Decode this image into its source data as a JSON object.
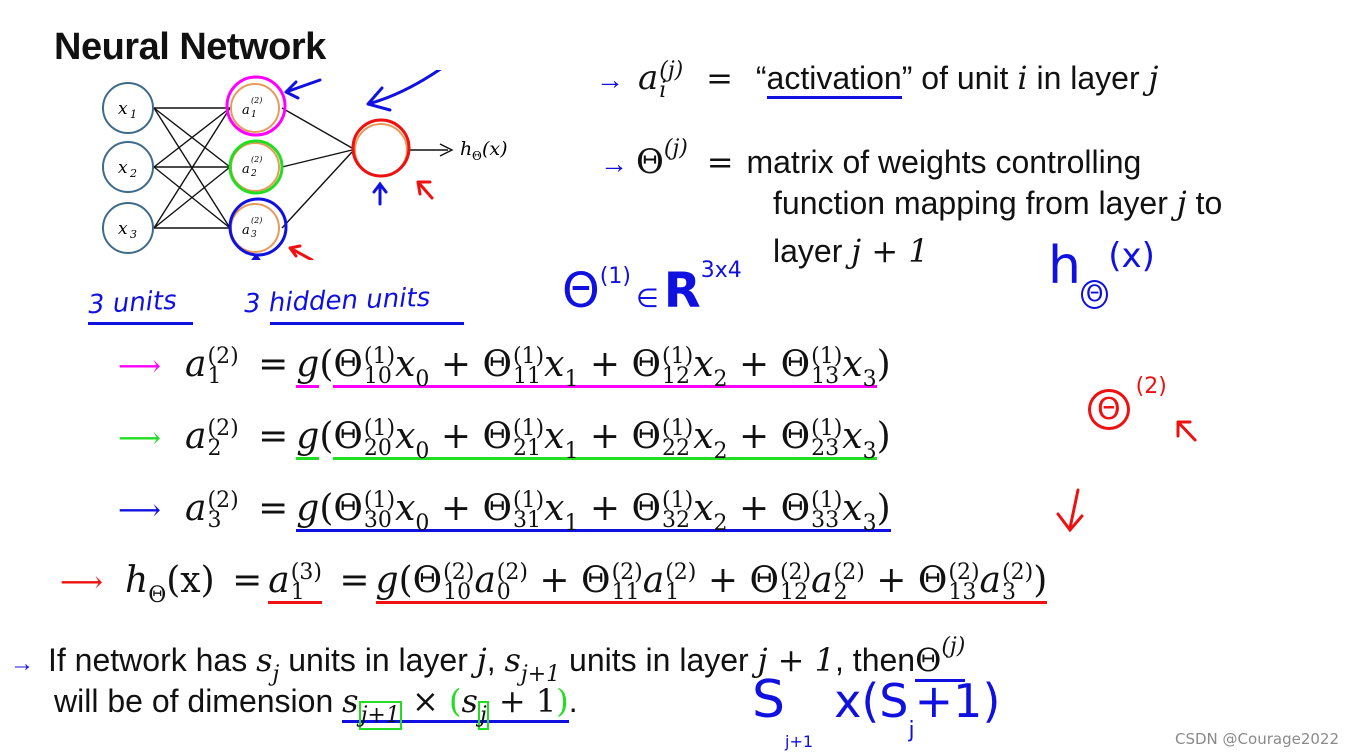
{
  "title": "Neural Network",
  "network": {
    "inputs": [
      "x",
      "x",
      "x"
    ],
    "input_subs": [
      "1",
      "2",
      "3"
    ],
    "hidden": [
      "a",
      "a",
      "a"
    ],
    "hidden_subs": [
      "1",
      "2",
      "3"
    ],
    "hidden_sup": "(2)",
    "output_label": "h",
    "output_label_sub": "Θ",
    "output_label_arg": "(x)"
  },
  "definitions": {
    "activation_lhs": "a",
    "activation_sub": "i",
    "activation_sup": "(j)",
    "activation_eq": "=",
    "activation_text_open": "“",
    "activation_word": "activation",
    "activation_text_rest": "” of unit",
    "activation_i": "i",
    "activation_text_layer": "in layer",
    "activation_j": "j",
    "theta_lhs": "Θ",
    "theta_sup": "(j)",
    "theta_eq": "=",
    "theta_line1": "matrix of weights controlling",
    "theta_line2a": "function mapping from layer",
    "theta_line2_j": "j",
    "theta_line2b": "to",
    "theta_line3a": "layer",
    "theta_line3_expr": "j + 1"
  },
  "annotations": {
    "input_units": "3 units",
    "hidden_units": "3 hidden units",
    "theta1_base": "Θ",
    "theta1_sup": "(1)",
    "theta1_in": "∈",
    "theta1_set": "R",
    "theta1_dim": "3x4",
    "h_theta_hand": "h",
    "h_theta_hand_sub": "Θ",
    "h_theta_hand_arg": "(x)",
    "theta2_base": "Θ",
    "theta2_sup": "(2)",
    "dim_hand": "S",
    "dim_hand_sub1": "j+1",
    "dim_hand_rest": "x(S",
    "dim_hand_sub2": "j",
    "dim_hand_end": "+1)"
  },
  "equations": {
    "g": "g",
    "theta": "Θ",
    "plus": "+",
    "equals": "=",
    "open": "(",
    "close": ")",
    "x": "x",
    "a": "a",
    "sup1": "(1)",
    "sup2": "(2)",
    "sup3": "(3)",
    "rows": [
      {
        "lhs_sub": "1",
        "subs": [
          "10",
          "11",
          "12",
          "13"
        ],
        "xs": [
          "0",
          "1",
          "2",
          "3"
        ]
      },
      {
        "lhs_sub": "2",
        "subs": [
          "20",
          "21",
          "22",
          "23"
        ],
        "xs": [
          "0",
          "1",
          "2",
          "3"
        ]
      },
      {
        "lhs_sub": "3",
        "subs": [
          "30",
          "31",
          "32",
          "33"
        ],
        "xs": [
          "0",
          "1",
          "2",
          "3"
        ]
      }
    ],
    "h_lhs": "h",
    "h_lhs_sub": "Θ",
    "h_lhs_arg": "(x)",
    "h_mid": "a",
    "h_mid_sub": "1",
    "h_subs": [
      "10",
      "11",
      "12",
      "13"
    ],
    "h_as": [
      "0",
      "1",
      "2",
      "3"
    ]
  },
  "dimension_rule": {
    "line1a": "If network has",
    "s": "s",
    "sj": "j",
    "line1b": "units in layer",
    "j": "j",
    "comma": ",",
    "sj1": "j+1",
    "line1c": "units in layer",
    "j1": "j + 1",
    "line1d": ", then",
    "theta": "Θ",
    "theta_sup": "(j)",
    "line2a": "will be of dimension",
    "times": "×",
    "open": "(",
    "plus1": "+ 1",
    "close": ")",
    "period": "."
  },
  "watermark": "CSDN @Courage2022",
  "colors": {
    "magenta": "#ff00ff",
    "green": "#22dd22",
    "blue": "#1010e0",
    "red": "#ee1111",
    "orange": "#e89a5a",
    "node_stroke": "#3f6a8a"
  }
}
